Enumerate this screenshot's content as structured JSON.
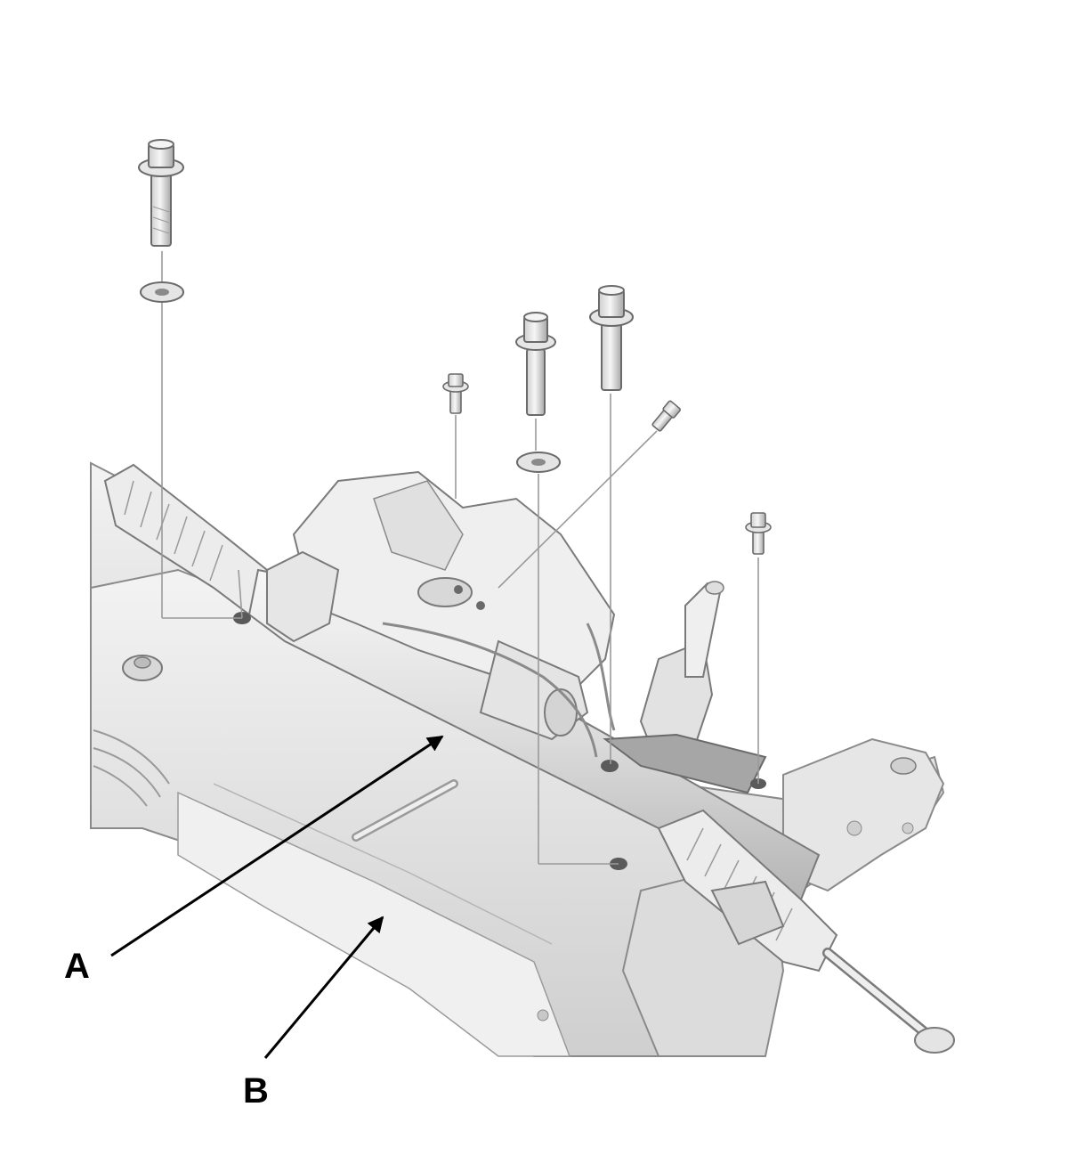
{
  "callouts": [
    {
      "id": "A",
      "label": "A"
    },
    {
      "id": "B",
      "label": "B"
    }
  ],
  "colors": {
    "background": "#ffffff",
    "part_fill": "#e9e9e9",
    "part_light": "#f4f4f4",
    "part_mid": "#d0d0d0",
    "part_dark": "#9a9a9a",
    "part_outline": "#7a7a7a",
    "guide_line": "#9a9a9a",
    "leader_line": "#000000"
  }
}
